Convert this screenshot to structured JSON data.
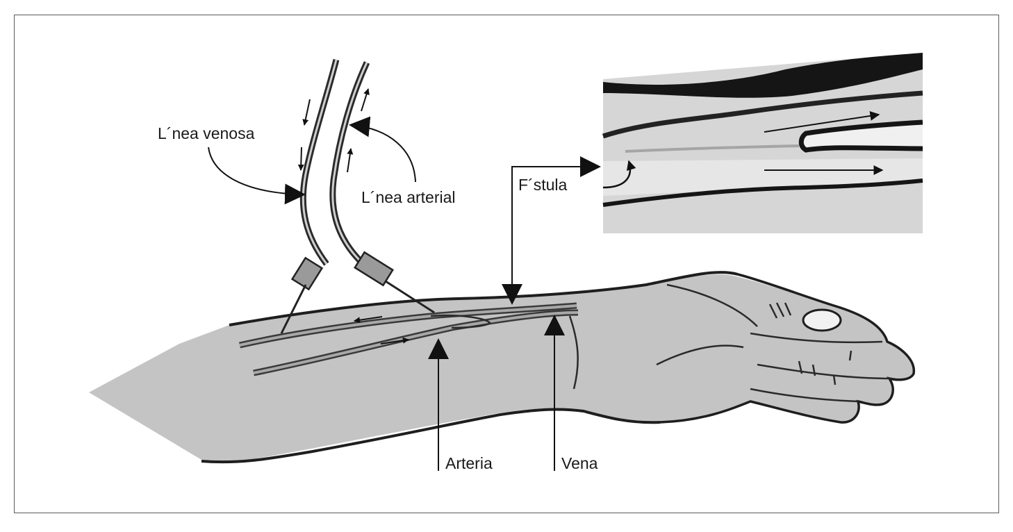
{
  "labels": {
    "venous_line": "L´nea venosa",
    "arterial_line": "L´nea arterial",
    "fistula": "F´stula",
    "artery": "Arteria",
    "vein": "Vena"
  },
  "colors": {
    "skin": "#c4c4c4",
    "outline": "#1e1e1e",
    "inset_background": "#d6d6d6",
    "frame": "#5a5a5a"
  }
}
